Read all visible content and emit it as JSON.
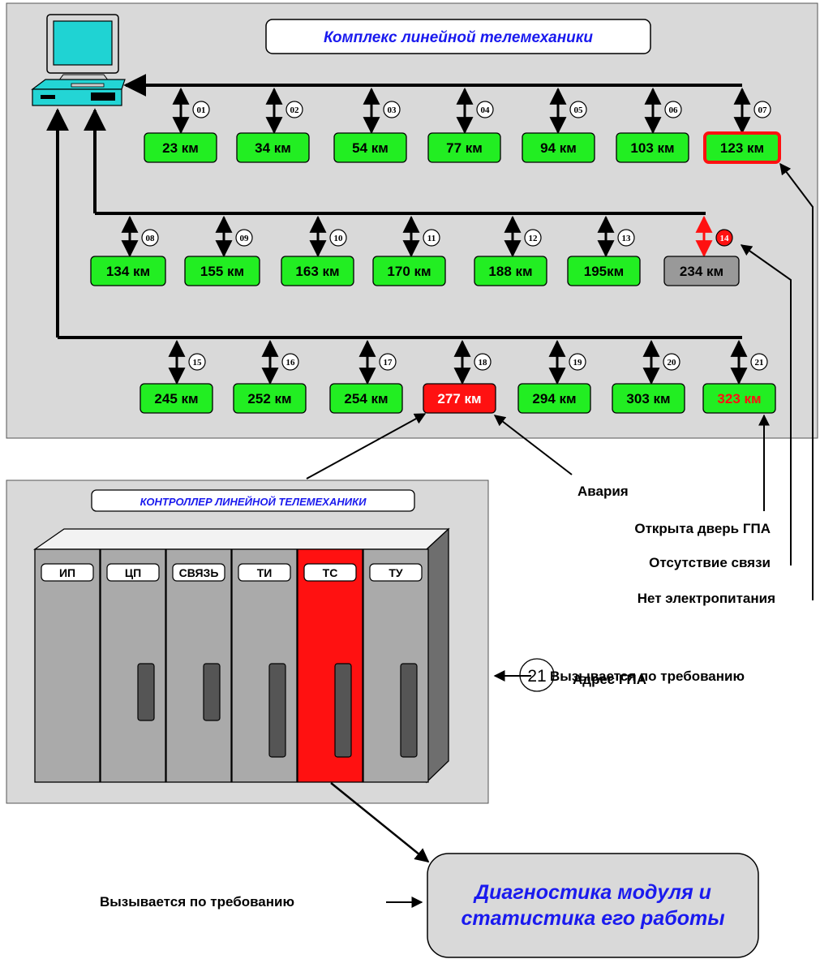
{
  "title": "Комплекс линейной телемеханики",
  "colors": {
    "panel": "#d9d9d9",
    "ok": "#22ee22",
    "alarm": "#ff1111",
    "nolink": "#999999",
    "title_text": "#1a1aee",
    "door_text": "#ff1111"
  },
  "rows": [
    {
      "nodes": [
        {
          "addr": "01",
          "km": "23 км",
          "state": "ok"
        },
        {
          "addr": "02",
          "km": "34 км",
          "state": "ok"
        },
        {
          "addr": "03",
          "km": "54 км",
          "state": "ok"
        },
        {
          "addr": "04",
          "km": "77 км",
          "state": "ok"
        },
        {
          "addr": "05",
          "km": "94 км",
          "state": "ok"
        },
        {
          "addr": "06",
          "km": "103 км",
          "state": "ok"
        },
        {
          "addr": "07",
          "km": "123 км",
          "state": "no-power"
        }
      ]
    },
    {
      "nodes": [
        {
          "addr": "08",
          "km": "134 км",
          "state": "ok"
        },
        {
          "addr": "09",
          "km": "155 км",
          "state": "ok"
        },
        {
          "addr": "10",
          "km": "163 км",
          "state": "ok"
        },
        {
          "addr": "11",
          "km": "170 км",
          "state": "ok"
        },
        {
          "addr": "12",
          "km": "188 км",
          "state": "ok"
        },
        {
          "addr": "13",
          "km": "195км",
          "state": "ok"
        },
        {
          "addr": "14",
          "km": "234 км",
          "state": "no-link"
        }
      ]
    },
    {
      "nodes": [
        {
          "addr": "15",
          "km": "245 км",
          "state": "ok"
        },
        {
          "addr": "16",
          "km": "252 км",
          "state": "ok"
        },
        {
          "addr": "17",
          "km": "254 км",
          "state": "ok"
        },
        {
          "addr": "18",
          "km": "277 км",
          "state": "alarm"
        },
        {
          "addr": "19",
          "km": "294 км",
          "state": "ok"
        },
        {
          "addr": "20",
          "km": "303 км",
          "state": "ok"
        },
        {
          "addr": "21",
          "km": "323 км",
          "state": "door-open"
        }
      ]
    }
  ],
  "legend": {
    "alarm": "Авария",
    "door_open": "Открыта дверь ГПА",
    "no_link": "Отсутствие связи",
    "no_power": "Нет электропитания",
    "addr_sample": "21",
    "addr_label": "Адрес ГПА"
  },
  "controller": {
    "title": "КОНТРОЛЛЕР ЛИНЕЙНОЙ ТЕЛЕМЕХАНИКИ",
    "modules": [
      "ИП",
      "ЦП",
      "СВЯЗЬ",
      "ТИ",
      "ТС",
      "ТУ"
    ],
    "active_module": "ТС"
  },
  "on_demand_1": "Вызывается по требованию",
  "on_demand_2": "Вызывается по требованию",
  "diagnostics": "Диагностика модуля и статистика его работы",
  "diagnostics_line1": "Диагностика модуля и",
  "diagnostics_line2": "статистика его работы"
}
